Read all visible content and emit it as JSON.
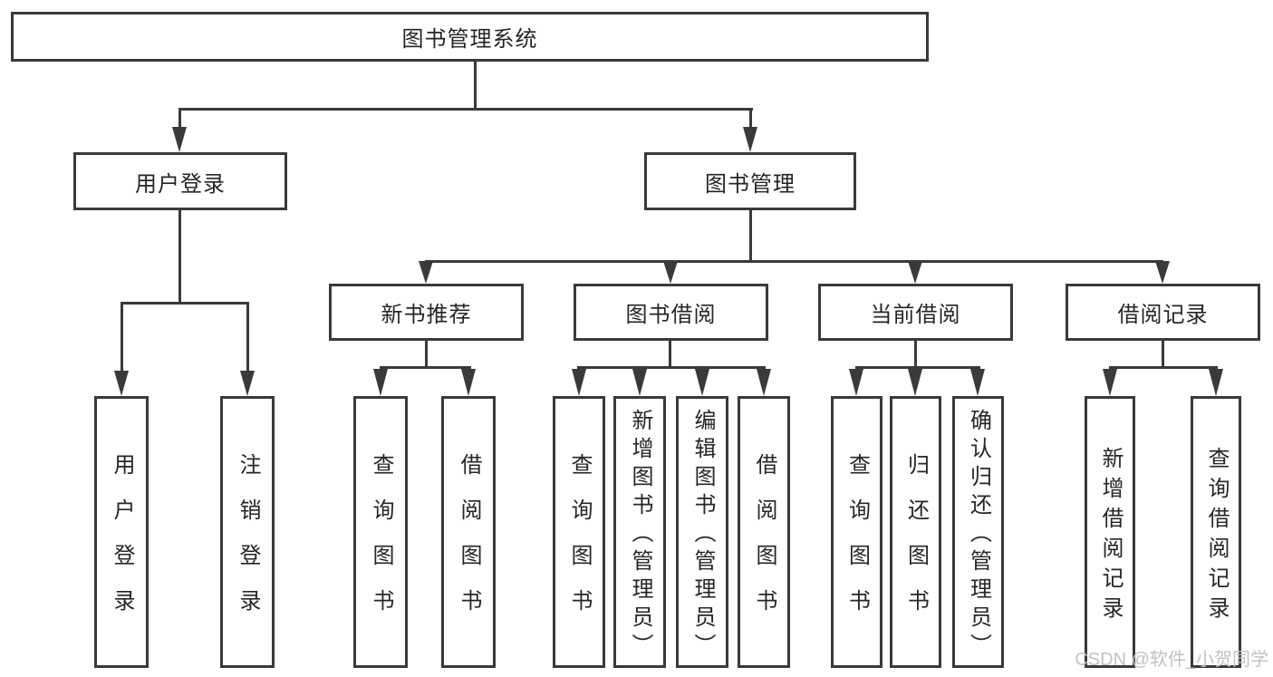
{
  "colors": {
    "line": "#3a3a3a",
    "text": "#262626",
    "watermark": "#c2c2c2",
    "background": "#ffffff"
  },
  "watermark": {
    "text": "CSDN @软件_小贺同学"
  },
  "tree": {
    "root": {
      "label": "图书管理系统",
      "children": [
        {
          "label": "用户登录",
          "children": [
            {
              "label": "用户登录"
            },
            {
              "label": "注销登录"
            }
          ]
        },
        {
          "label": "图书管理",
          "children": [
            {
              "label": "新书推荐",
              "children": [
                {
                  "label": "查询图书"
                },
                {
                  "label": "借阅图书"
                }
              ]
            },
            {
              "label": "图书借阅",
              "children": [
                {
                  "label": "查询图书"
                },
                {
                  "label": "新增图书（管理员）"
                },
                {
                  "label": "编辑图书（管理员）"
                },
                {
                  "label": "借阅图书"
                }
              ]
            },
            {
              "label": "当前借阅",
              "children": [
                {
                  "label": "查询图书"
                },
                {
                  "label": "归还图书"
                },
                {
                  "label": "确认归还（管理员）"
                }
              ]
            },
            {
              "label": "借阅记录",
              "children": [
                {
                  "label": "新增借阅记录"
                },
                {
                  "label": "查询借阅记录"
                }
              ]
            }
          ]
        }
      ]
    }
  }
}
